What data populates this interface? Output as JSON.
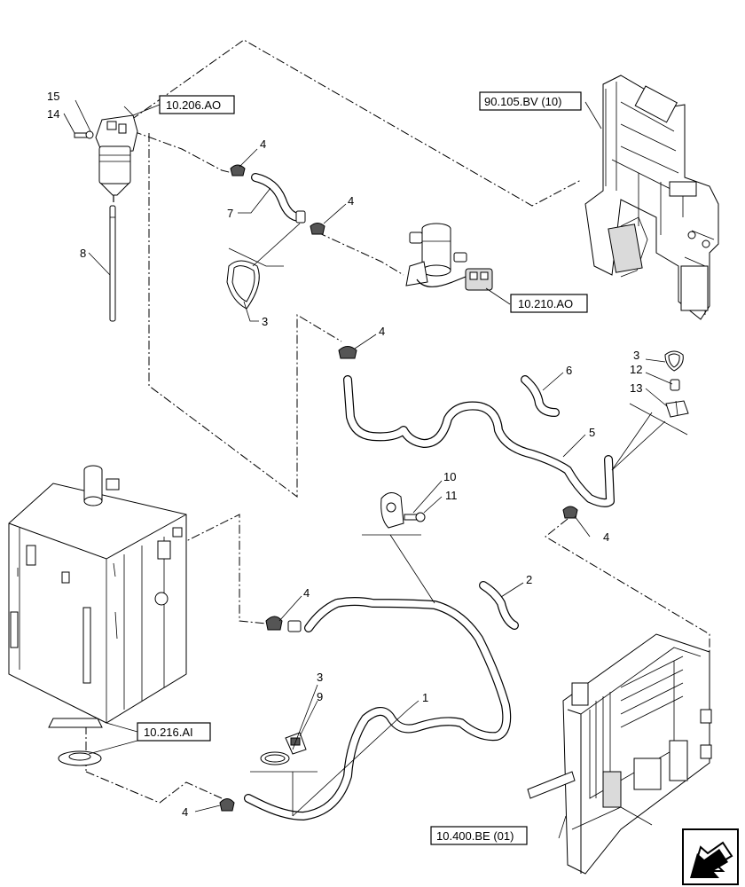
{
  "references": {
    "r_10206AO": "10.206.AO",
    "r_90105BV": "90.105.BV (10)",
    "r_10210AO": "10.210.AO",
    "r_10216AI": "10.216.AI",
    "r_10400BE": "10.400.BE (01)"
  },
  "callouts": {
    "c15": "15",
    "c14": "14",
    "c8": "8",
    "c7": "7",
    "c4a": "4",
    "c4b": "4",
    "c3a": "3",
    "c4c": "4",
    "c6": "6",
    "c3b": "3",
    "c12": "12",
    "c13": "13",
    "c5": "5",
    "c10": "10",
    "c11": "11",
    "c4d": "4",
    "c4e": "4",
    "c2": "2",
    "c3c": "3",
    "c9": "9",
    "c1": "1",
    "c4f": "4"
  },
  "icons": {
    "nav": "arrow-forward-icon"
  }
}
